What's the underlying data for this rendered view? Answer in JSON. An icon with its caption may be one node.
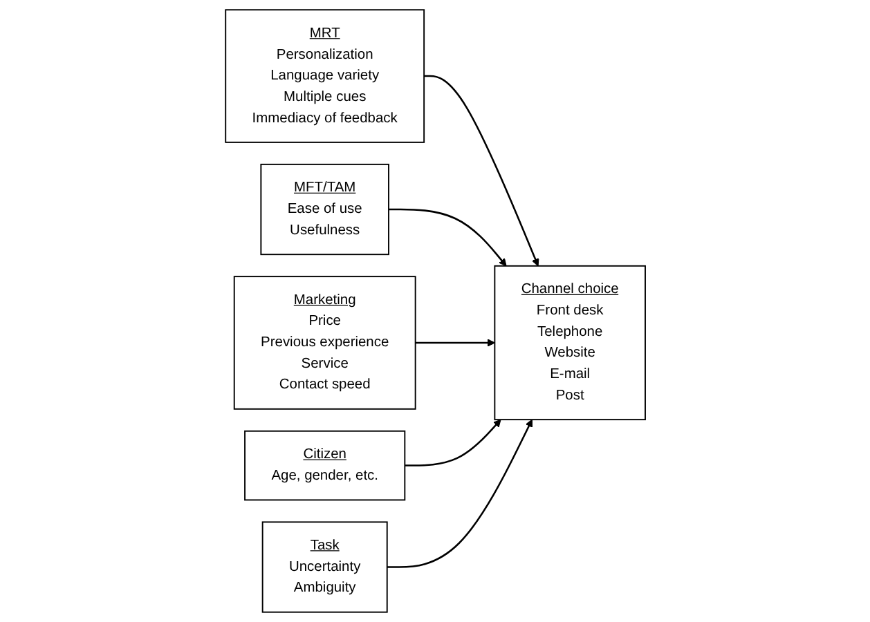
{
  "diagram": {
    "nodes": [
      {
        "text": [
          "MRT",
          "Personalization",
          "Language variety",
          "Multiple cues",
          "Immediacy of feedback"
        ]
      },
      {
        "text": [
          "Citizen",
          "Age, gender, etc."
        ]
      },
      {
        "text": [
          "Channel choice",
          "Front desk",
          "Telephone",
          "Website",
          "E-mail",
          "Post"
        ]
      },
      {
        "text": [
          "MFT/TAM",
          "Ease of use",
          "Usefulness"
        ]
      },
      {
        "text": [
          "Marketing",
          "Price",
          "Previous experience",
          "Service",
          "Contact speed"
        ]
      },
      {
        "text": [
          "Task",
          "Uncertainty",
          "Ambiguity"
        ]
      }
    ],
    "edges": [
      {
        "from": 0,
        "to": 2,
        "arrow": "to"
      },
      {
        "from": 3,
        "to": 2,
        "arrow": "to"
      },
      {
        "from": 4,
        "to": 2,
        "arrow": "to"
      },
      {
        "from": 1,
        "to": 2,
        "arrow": "to"
      },
      {
        "from": 5,
        "to": 2,
        "arrow": "to"
      }
    ]
  }
}
